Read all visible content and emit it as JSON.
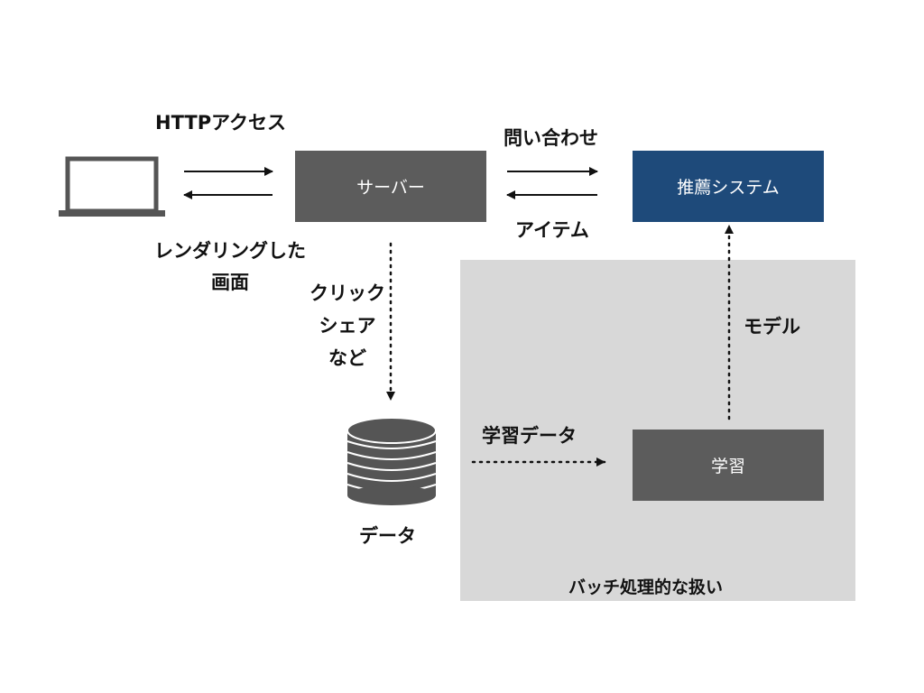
{
  "diagram": {
    "nodes": {
      "server": "サーバー",
      "recommend": "推薦システム",
      "learning": "学習",
      "data": "データ"
    },
    "labels": {
      "http_access": "HTTPアクセス",
      "rendered_screen_line1": "レンダリングした",
      "rendered_screen_line2": "画面",
      "inquiry": "問い合わせ",
      "item": "アイテム",
      "click_line1": "クリック",
      "click_line2": "シェア",
      "click_line3": "など",
      "learning_data": "学習データ",
      "model": "モデル",
      "batch": "バッチ処理的な扱い"
    },
    "colors": {
      "node_gray": "#5c5c5c",
      "node_blue": "#1e4a7a",
      "batch_area": "#d8d8d8",
      "arrow": "#111111"
    },
    "icons": {
      "client": "laptop-icon",
      "storage": "database-icon"
    }
  }
}
